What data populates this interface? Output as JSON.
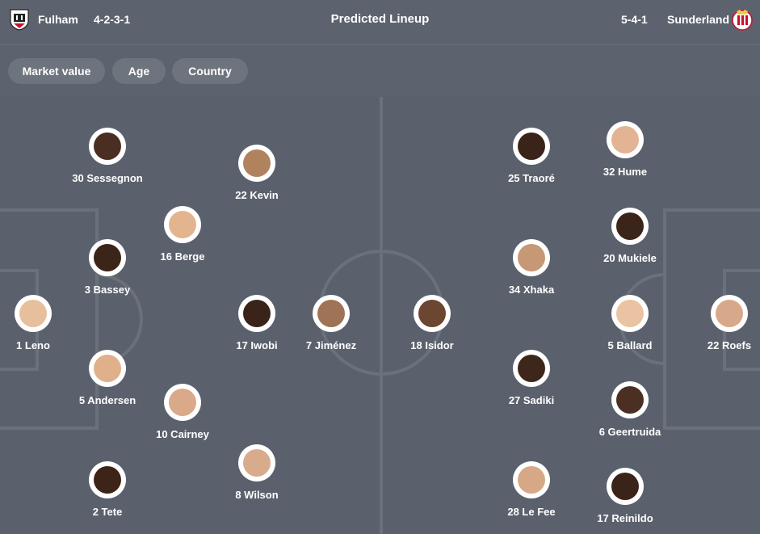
{
  "header": {
    "title": "Predicted Lineup",
    "home": {
      "name": "Fulham",
      "formation": "4-2-3-1"
    },
    "away": {
      "name": "Sunderland",
      "formation": "5-4-1"
    }
  },
  "filters": [
    "Market value",
    "Age",
    "Country"
  ],
  "home_players": [
    {
      "label": "30 Sessegnon",
      "skin": "#4a2e22"
    },
    {
      "label": "22 Kevin",
      "skin": "#b0825e"
    },
    {
      "label": "16 Berge",
      "skin": "#e3b58f"
    },
    {
      "label": "3 Bassey",
      "skin": "#3b2519"
    },
    {
      "label": "1 Leno",
      "skin": "#e6c09c"
    },
    {
      "label": "17 Iwobi",
      "skin": "#3a241a"
    },
    {
      "label": "7 Jiménez",
      "skin": "#9e7356"
    },
    {
      "label": "5 Andersen",
      "skin": "#e0b08a"
    },
    {
      "label": "10 Cairney",
      "skin": "#d9a98a"
    },
    {
      "label": "8 Wilson",
      "skin": "#d8ab8c"
    },
    {
      "label": "2 Tete",
      "skin": "#3d2418"
    }
  ],
  "away_players": [
    {
      "label": "25 Traoré",
      "skin": "#3a2419"
    },
    {
      "label": "32 Hume",
      "skin": "#e3b494"
    },
    {
      "label": "20 Mukiele",
      "skin": "#3b2419"
    },
    {
      "label": "34 Xhaka",
      "skin": "#c69876"
    },
    {
      "label": "18 Isidor",
      "skin": "#6b4630"
    },
    {
      "label": "5 Ballard",
      "skin": "#e9c3a2"
    },
    {
      "label": "22 Roefs",
      "skin": "#d8a88a"
    },
    {
      "label": "27 Sadiki",
      "skin": "#3d261a"
    },
    {
      "label": "6 Geertruida",
      "skin": "#4a2f22"
    },
    {
      "label": "28 Le Fee",
      "skin": "#d6a886"
    },
    {
      "label": "17 Reinildo",
      "skin": "#3a2318"
    }
  ],
  "colors": {
    "header_bg": "#5d636e",
    "pitch_bg": "#5b616c",
    "chip_bg": "#6e747e",
    "pitch_lines": "#6b717b"
  }
}
